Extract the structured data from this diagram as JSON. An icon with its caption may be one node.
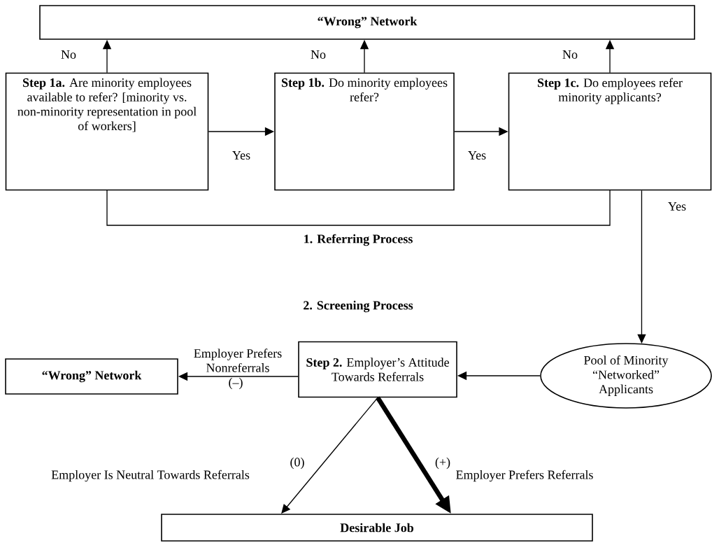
{
  "diagram": {
    "nodes": [
      {
        "text": [
          "“Wrong” Network"
        ]
      },
      {
        "text": [
          "**Step 1a.** Are minority employees available to refer? [minority vs. non-minority representation in pool of workers]"
        ]
      },
      {
        "text": [
          "**Step 1b.** Do minority employees refer?"
        ]
      },
      {
        "text": [
          "**Step 1c.** Do employees refer minority applicants?"
        ]
      },
      {
        "text": [
          "Pool of Minority “Networked” Applicants"
        ]
      },
      {
        "text": [
          "**Step 2.** Employer’s Attitude Towards Referrals"
        ]
      },
      {
        "text": [
          "“Wrong” Network"
        ]
      },
      {
        "text": [
          "Desirable Job"
        ]
      }
    ],
    "edges": [
      {
        "from": 1,
        "to": 0,
        "arrow": "to",
        "label": "No"
      },
      {
        "from": 2,
        "to": 0,
        "arrow": "to",
        "label": "No"
      },
      {
        "from": 3,
        "to": 0,
        "arrow": "to",
        "label": "No"
      },
      {
        "from": 1,
        "to": 2,
        "arrow": "to",
        "label": "Yes"
      },
      {
        "from": 2,
        "to": 3,
        "arrow": "to",
        "label": "Yes"
      },
      {
        "from": 3,
        "to": 4,
        "arrow": "to",
        "label": "Yes"
      },
      {
        "from": 4,
        "to": 5,
        "arrow": "to"
      },
      {
        "from": 5,
        "to": 6,
        "arrow": "to",
        "label": "Employer Prefers Nonreferrals"
      },
      {
        "from": 5,
        "to": 7,
        "arrow": "to",
        "label": "Employer Is Neutral Towards Referrals"
      },
      {
        "from": 5,
        "to": 7,
        "arrow": "to",
        "label": "Employer Prefers Referrals",
        "style": "thick"
      }
    ],
    "labels": [
      "1. Referring Process",
      "2. Screening Process",
      "(–)",
      "(0)",
      "(+)"
    ]
  }
}
